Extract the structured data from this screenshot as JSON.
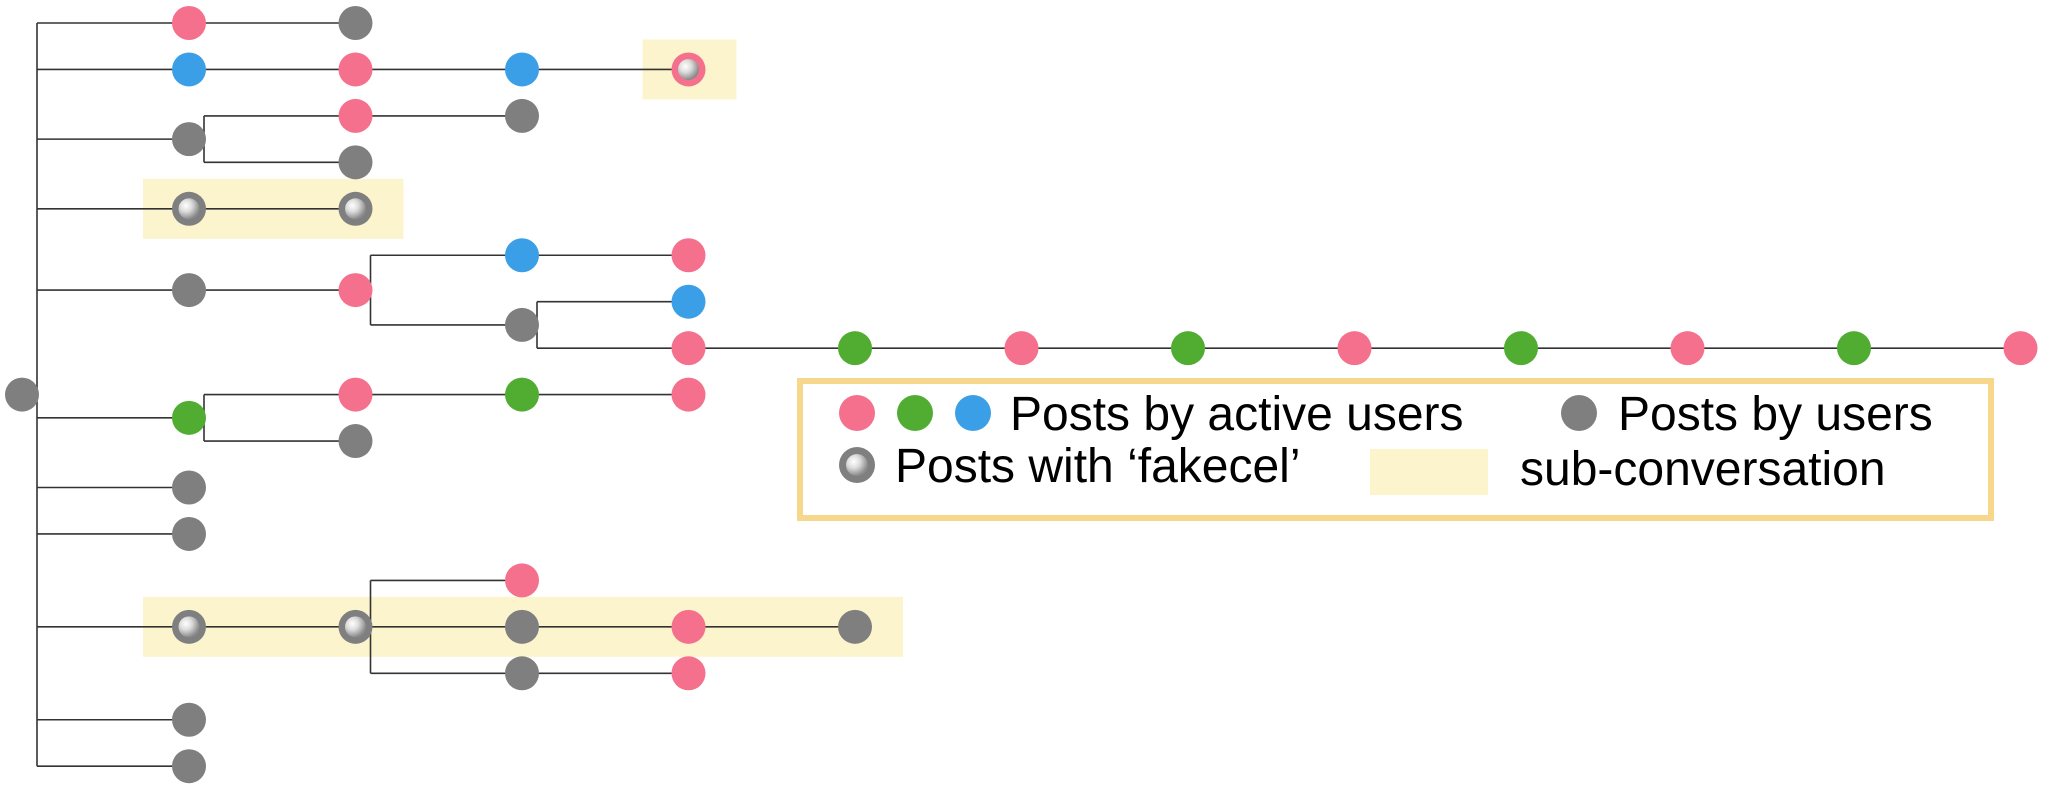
{
  "colors": {
    "active_pink": "#f5708c",
    "active_green": "#50ad32",
    "active_blue": "#3b9fe8",
    "user_gray": "#7f7f7f",
    "edge": "#333333",
    "highlight_fill": "#fcf4cd",
    "legend_border": "#f6d78c"
  },
  "legend": {
    "active_users_label": "Posts by active users",
    "users_label": "Posts by users",
    "fakecel_label": "Posts with ‘fakecel’",
    "subconv_label": "sub-conversation"
  },
  "tree": {
    "root": "gray",
    "branches": [
      {
        "n": [
          "pink",
          "gray"
        ]
      },
      {
        "n": [
          "blue",
          "pink",
          "blue",
          "pink-fakecel"
        ],
        "highlight": [
          3,
          3
        ]
      },
      {
        "n": [
          "gray"
        ],
        "children": [
          {
            "n": [
              "pink",
              "gray"
            ]
          },
          {
            "n": [
              "gray"
            ]
          }
        ]
      },
      {
        "n": [
          "gray-fakecel",
          "gray-fakecel"
        ],
        "highlight": [
          0,
          1
        ]
      },
      {
        "n": [
          "gray",
          "pink"
        ],
        "children": [
          {
            "n": [
              "blue",
              "pink"
            ]
          },
          {
            "n": [
              "gray"
            ],
            "children": [
              {
                "n": [
                  "blue"
                ]
              },
              {
                "n": [
                  "pink",
                  "green",
                  "pink",
                  "green",
                  "pink",
                  "green",
                  "pink",
                  "green",
                  "pink"
                ]
              }
            ]
          }
        ]
      },
      {
        "n": [
          "green"
        ],
        "children": [
          {
            "n": [
              "pink",
              "green",
              "pink"
            ]
          },
          {
            "n": [
              "gray"
            ]
          }
        ]
      },
      {
        "n": [
          "gray"
        ]
      },
      {
        "n": [
          "gray"
        ]
      },
      {
        "n": [
          "gray-fakecel",
          "gray-fakecel"
        ],
        "highlight": [
          0,
          4
        ],
        "children": [
          {
            "n": [
              "pink"
            ]
          },
          {
            "n": [
              "gray",
              "pink",
              "gray"
            ]
          },
          {
            "n": [
              "gray",
              "pink"
            ]
          }
        ]
      },
      {
        "n": [
          "gray"
        ]
      },
      {
        "n": [
          "gray"
        ]
      }
    ]
  }
}
